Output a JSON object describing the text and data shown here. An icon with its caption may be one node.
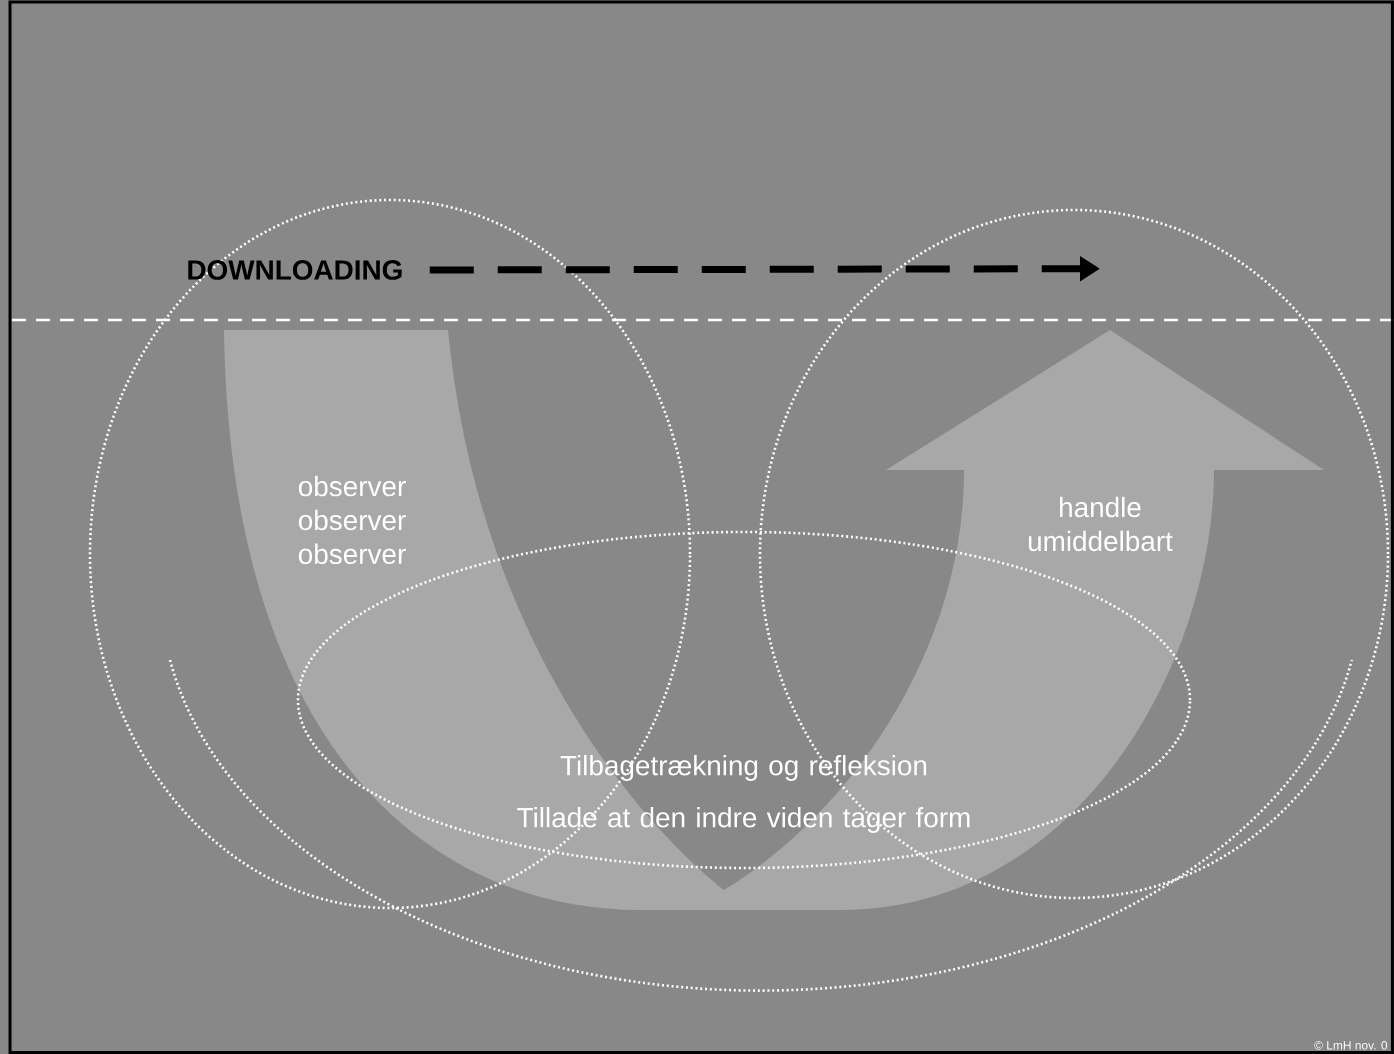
{
  "diagram": {
    "nodes": [
      {
        "text": [
          "observer observer observer"
        ]
      },
      {
        "text": [
          "DOWNLOADING"
        ],
        "in": 0
      },
      {
        "text": [
          "handle umiddelbart"
        ]
      },
      {
        "text": [
          "Tilbagetrækning og refleksion",
          "Tillade at den indre viden tager form"
        ]
      }
    ],
    "edges": [
      {
        "from": 1,
        "to": 2,
        "arrow": "to",
        "style": "dashed"
      }
    ],
    "labels": [
      "© LmH nov. 0"
    ]
  }
}
